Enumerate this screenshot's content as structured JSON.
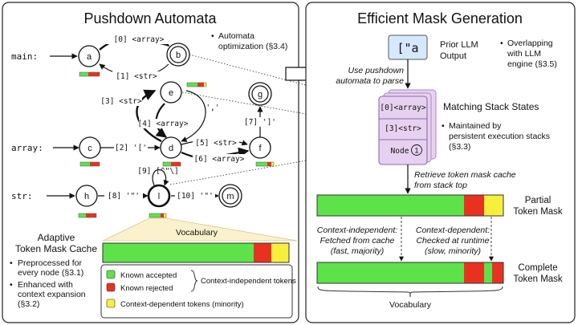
{
  "left_panel": {
    "title": "Pushdown Automata",
    "rules": {
      "main": "main:",
      "array": "array:",
      "str": "str:"
    },
    "nodes": {
      "a": "a",
      "b": "b",
      "c": "c",
      "d": "d",
      "e": "e",
      "f": "f",
      "g": "g",
      "h": "h",
      "l": "l",
      "m": "m"
    },
    "edges": {
      "a_b_top": "[0] <array>",
      "b_a_bottom": "[1] <str>",
      "e_d_left": "[3] <str>",
      "e_d_right": "','",
      "d_e_inner": "[4] <array>",
      "c_d": "[2] '['",
      "d_f_top": "[5] <str>",
      "d_f_bottom": "[6] <array>",
      "f_g": "[7] ']'",
      "l_self": "[9] [^\"\\]",
      "h_l": "[8] '\"'",
      "l_m": "[10] '\"'"
    },
    "optimization_note": [
      "Automata",
      "optimization (§3.4)"
    ],
    "cache": {
      "title_lines": [
        "Adaptive",
        "Token Mask Cache"
      ],
      "bullets": [
        [
          "Preprocessed for",
          "every node (§3.1)"
        ],
        [
          "Enhanced with",
          "context expansion",
          "(§3.2)"
        ]
      ],
      "vocabulary_label": "Vocabulary",
      "legend": {
        "accepted": "Known accepted",
        "rejected": "Known rejected",
        "dependent": "Context-dependent tokens (minority)",
        "group": "Context-independent tokens"
      }
    }
  },
  "right_panel": {
    "title": "Efficient Mask Generation",
    "prior_output_token": "[\"a",
    "prior_output_label": [
      "Prior LLM",
      "Output"
    ],
    "overlap_note": [
      "Overlapping",
      "with LLM",
      "engine (§3.5)"
    ],
    "parse_note": [
      "Use pushdown",
      "automata to parse"
    ],
    "stack_states": [
      "[0]<array>",
      "[3]<str>",
      "Node"
    ],
    "stack_node_number": "1",
    "stack_title": "Matching Stack States",
    "stack_note": [
      "Maintained by",
      "persistent execution stacks",
      "(§3.3)"
    ],
    "retrieve_note": [
      "Retrieve token mask cache",
      "from stack top"
    ],
    "partial_label": [
      "Partial",
      "Token Mask"
    ],
    "ctx_independent": [
      "Context-independent:",
      "Fetched from cache",
      "(fast, majority)"
    ],
    "ctx_dependent": [
      "Context-dependent:",
      "Checked at runtime",
      "(slow, minority)"
    ],
    "complete_label": [
      "Complete",
      "Token Mask"
    ],
    "vocabulary_label": "Vocabulary"
  },
  "colors": {
    "accepted": "#5ee24a",
    "rejected": "#e8321f",
    "dependent": "#f8ef3a",
    "stack_fill": "#e6d2f0",
    "prior_fill": "#d6e8ff"
  }
}
